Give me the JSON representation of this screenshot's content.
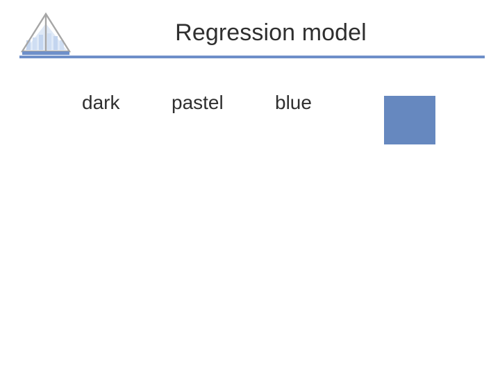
{
  "slide": {
    "title": "Regression model",
    "background_color": "#ffffff",
    "accent_color": "#6e8fc9",
    "title_color": "#2f2f2f"
  },
  "logo": {
    "name": "pyramid-chart-logo",
    "outline_color": "#a6a6a6",
    "fill_color": "#c5d5ef",
    "base_bar_color": "#6e8fc9"
  },
  "rule": {
    "color": "#6e8fc9"
  },
  "content": {
    "words": [
      {
        "label": "dark"
      },
      {
        "label": "pastel"
      },
      {
        "label": "blue"
      }
    ],
    "swatch": {
      "label": "blue",
      "color": "#6688bf"
    }
  }
}
